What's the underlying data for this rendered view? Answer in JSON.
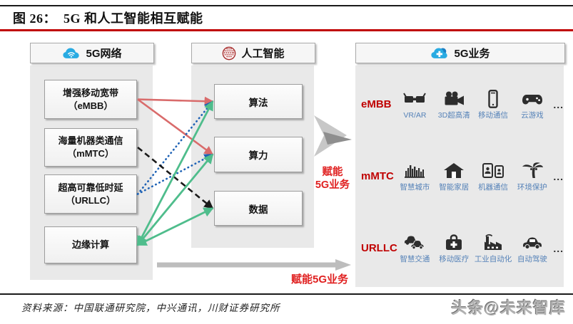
{
  "title": "图 26：  5G 和人工智能相互赋能",
  "source": "资料来源：中国联通研究院，中兴通讯，川财证券研究所",
  "watermark": "头条@未来智库",
  "colors": {
    "accent_red": "#C00000",
    "empower_red": "#E02020",
    "item_label_blue": "#5582B8",
    "arrow_red": "#D96B6B",
    "arrow_blue": "#1E62B5",
    "arrow_black": "#1A1A1A",
    "arrow_green": "#4FBD8C",
    "header_icon_blue": "#29ABE2",
    "ai_icon_red": "#A52A2A"
  },
  "network": {
    "header": "5G网络",
    "icon": "cloud-wifi-icon",
    "boxes": [
      {
        "id": "embb",
        "line1": "增强移动宽带",
        "line2": "（eMBB）"
      },
      {
        "id": "mmtc",
        "line1": "海量机器类通信",
        "line2": "（mMTC）"
      },
      {
        "id": "urllc",
        "line1": "超高可靠低时延",
        "line2": "（URLLC）"
      },
      {
        "id": "edge",
        "line1": "边缘计算",
        "line2": ""
      }
    ]
  },
  "ai": {
    "header": "人工智能",
    "icon": "globe-dots-icon",
    "boxes": [
      {
        "id": "algorithm",
        "label": "算法"
      },
      {
        "id": "power",
        "label": "算力"
      },
      {
        "id": "data",
        "label": "数据"
      }
    ]
  },
  "services": {
    "header": "5G业务",
    "icon": "cloud-5g-icon",
    "rows": [
      {
        "label": "eMBB",
        "items": [
          {
            "icon": "vr-glasses-icon",
            "label": "VR/AR"
          },
          {
            "icon": "video-camera-icon",
            "label": "3D超高清"
          },
          {
            "icon": "smartphone-icon",
            "label": "移动通信"
          },
          {
            "icon": "game-controller-icon",
            "label": "云游戏"
          }
        ],
        "more": "..."
      },
      {
        "label": "mMTC",
        "items": [
          {
            "icon": "city-skyline-icon",
            "label": "智慧城市"
          },
          {
            "icon": "house-icon",
            "label": "智能家居"
          },
          {
            "icon": "machine-comm-icon",
            "label": "机器通信"
          },
          {
            "icon": "palm-tree-icon",
            "label": "环境保护"
          }
        ],
        "more": "..."
      },
      {
        "label": "URLLC",
        "items": [
          {
            "icon": "traffic-cars-icon",
            "label": "智慧交通"
          },
          {
            "icon": "medical-bag-icon",
            "label": "移动医疗"
          },
          {
            "icon": "factory-icon",
            "label": "工业自动化"
          },
          {
            "icon": "car-icon",
            "label": "自动驾驶"
          }
        ],
        "more": "..."
      }
    ]
  },
  "empower": {
    "center_line1": "赋能",
    "center_line2": "5G业务",
    "bottom_label": "赋能5G业务"
  },
  "links": [
    {
      "from": "embb",
      "to": "algorithm",
      "kind": "red-solid"
    },
    {
      "from": "embb",
      "to": "power",
      "kind": "red-solid"
    },
    {
      "from": "urllc",
      "to": "algorithm",
      "kind": "blue-dotted"
    },
    {
      "from": "urllc",
      "to": "power",
      "kind": "blue-dotted"
    },
    {
      "from": "mmtc",
      "to": "data",
      "kind": "black-dashed"
    },
    {
      "from": "edge",
      "to": "algorithm",
      "kind": "green-double"
    },
    {
      "from": "edge",
      "to": "power",
      "kind": "green-double"
    },
    {
      "from": "edge",
      "to": "data",
      "kind": "green-double"
    }
  ]
}
